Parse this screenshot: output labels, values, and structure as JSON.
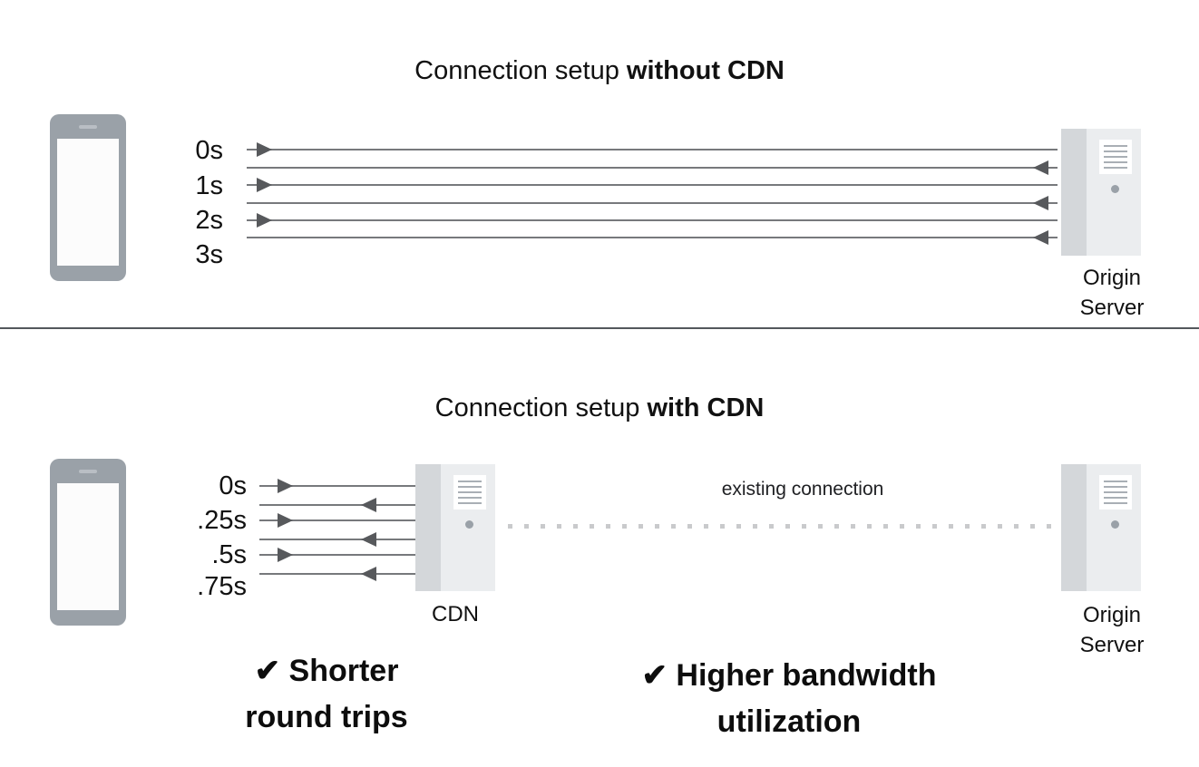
{
  "sections": {
    "without_cdn": {
      "title_prefix": "Connection setup ",
      "title_bold": "without CDN",
      "time_labels": [
        "0s",
        "1s",
        "2s",
        "3s"
      ],
      "origin_server": {
        "line1": "Origin",
        "line2": "Server"
      }
    },
    "with_cdn": {
      "title_prefix": "Connection setup ",
      "title_bold": "with CDN",
      "time_labels": [
        "0s",
        ".25s",
        ".5s",
        ".75s"
      ],
      "cdn_label": "CDN",
      "existing_connection_label": "existing connection",
      "origin_server": {
        "line1": "Origin",
        "line2": "Server"
      },
      "benefits": [
        {
          "check": "✔",
          "line1": "Shorter",
          "line2": "round trips"
        },
        {
          "check": "✔",
          "line1": "Higher bandwidth",
          "line2": "utilization"
        }
      ]
    }
  },
  "colors": {
    "line": "#77797c",
    "arrow": "#57595c",
    "phone": "#9aa1a8",
    "server_body": "#ebedef",
    "server_strip": "#d4d7da",
    "dotted_line": "#c9cacc",
    "text": "#111111"
  }
}
